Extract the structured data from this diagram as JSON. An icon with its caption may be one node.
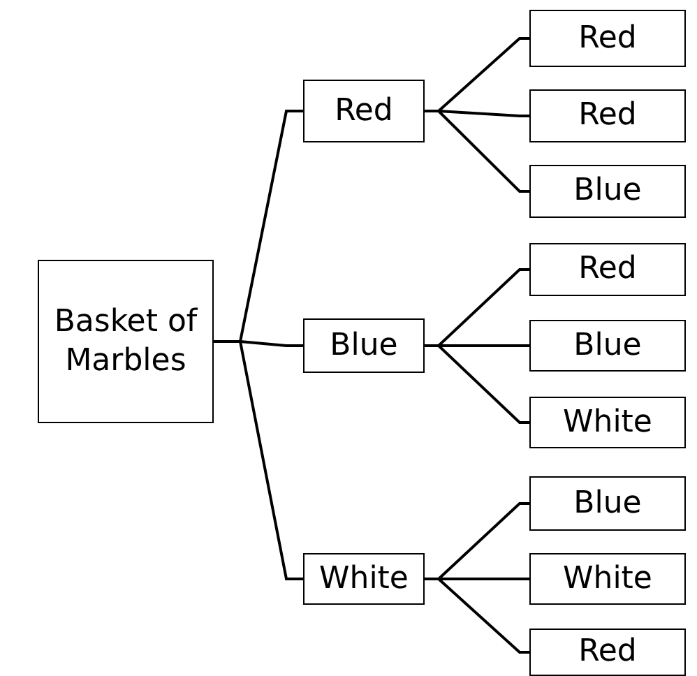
{
  "diagram": {
    "nodes": [
      {
        "text": [
          "Basket of Marbles"
        ]
      },
      {
        "text": [
          "Red"
        ]
      },
      {
        "text": [
          "Blue"
        ]
      },
      {
        "text": [
          "White"
        ]
      },
      {
        "text": [
          "Red"
        ]
      },
      {
        "text": [
          "Red"
        ]
      },
      {
        "text": [
          "Blue"
        ]
      },
      {
        "text": [
          "Red"
        ]
      },
      {
        "text": [
          "Blue"
        ]
      },
      {
        "text": [
          "White"
        ]
      },
      {
        "text": [
          "Blue"
        ]
      },
      {
        "text": [
          "White"
        ]
      },
      {
        "text": [
          "Red"
        ]
      }
    ],
    "edges": [
      {
        "from": 0,
        "to": 1,
        "arrow": "none"
      },
      {
        "from": 0,
        "to": 2,
        "arrow": "none"
      },
      {
        "from": 0,
        "to": 3,
        "arrow": "none"
      },
      {
        "from": 1,
        "to": 4,
        "arrow": "none"
      },
      {
        "from": 1,
        "to": 5,
        "arrow": "none"
      },
      {
        "from": 1,
        "to": 6,
        "arrow": "none"
      },
      {
        "from": 2,
        "to": 7,
        "arrow": "none"
      },
      {
        "from": 2,
        "to": 8,
        "arrow": "none"
      },
      {
        "from": 2,
        "to": 9,
        "arrow": "none"
      },
      {
        "from": 3,
        "to": 10,
        "arrow": "none"
      },
      {
        "from": 3,
        "to": 11,
        "arrow": "none"
      },
      {
        "from": 3,
        "to": 12,
        "arrow": "none"
      }
    ]
  }
}
